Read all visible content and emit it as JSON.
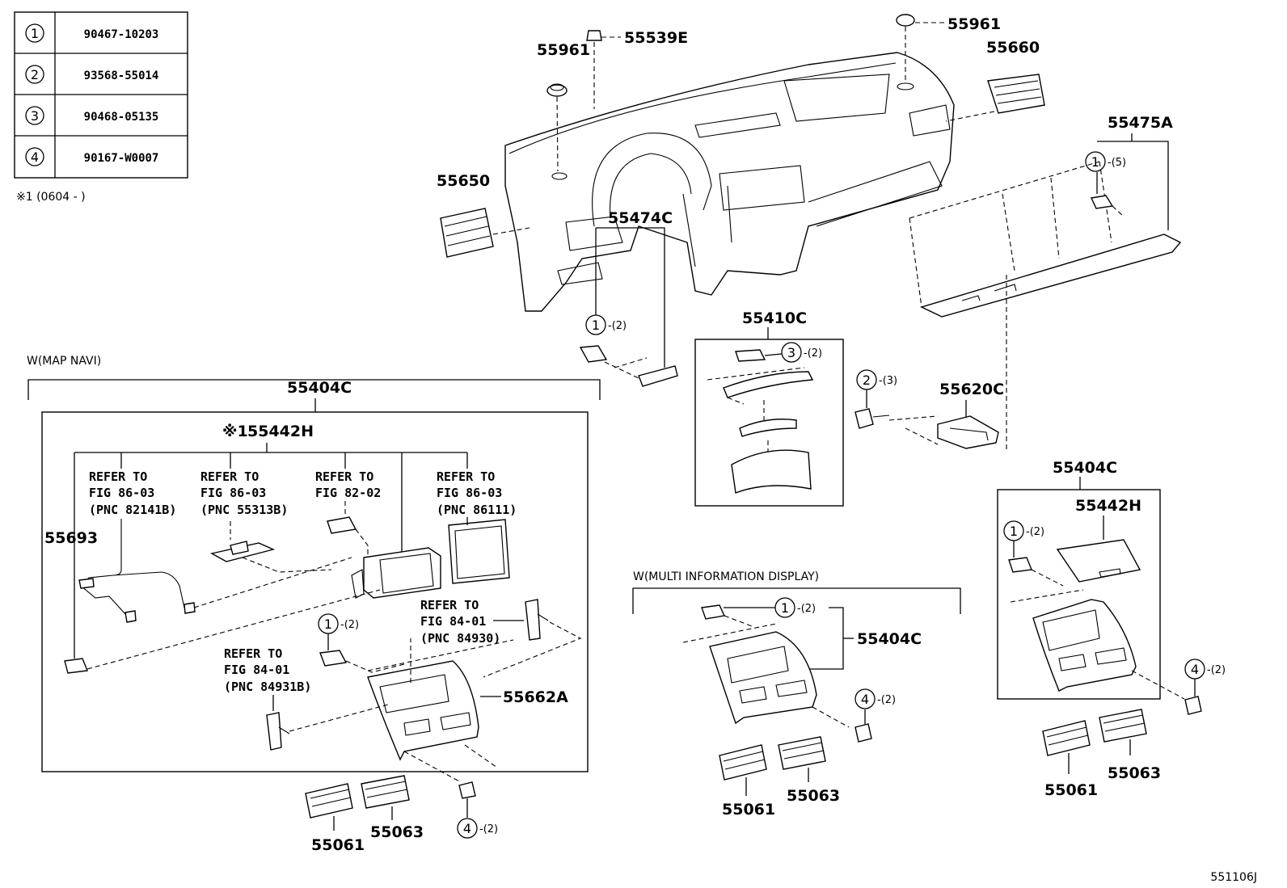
{
  "legend": [
    {
      "num": "1",
      "code": "90467-10203"
    },
    {
      "num": "2",
      "code": "93568-55014"
    },
    {
      "num": "3",
      "code": "90468-05135"
    },
    {
      "num": "4",
      "code": "90167-W0007"
    }
  ],
  "legend_note": "※1 (0604 -        )",
  "parts": {
    "p55961a": "55961",
    "p55539e": "55539E",
    "p55961b": "55961",
    "p55660": "55660",
    "p55650": "55650",
    "p55475a": "55475A",
    "p55474c": "55474C",
    "p55410c": "55410C",
    "p55620c": "55620C",
    "p55404c_main": "55404C",
    "p55442h_main": "55442H",
    "p55693": "55693",
    "p55662a": "55662A",
    "p55061_a": "55061",
    "p55063_a": "55063",
    "p55404c_mid": "55404C",
    "p55061_b": "55061",
    "p55063_b": "55063",
    "p55404c_right": "55404C",
    "p55442h_right": "55442H",
    "p55061_c": "55061",
    "p55063_c": "55063"
  },
  "star_mark": "※1",
  "section_labels": {
    "map_navi": "W(MAP NAVI)",
    "multi_info": "W(MULTI INFORMATION DISPLAY)"
  },
  "refs": {
    "r1": [
      "REFER TO",
      "FIG 86-03",
      "(PNC 82141B)"
    ],
    "r2": [
      "REFER TO",
      "FIG 86-03",
      "(PNC 55313B)"
    ],
    "r3": [
      "REFER TO",
      "FIG 82-02"
    ],
    "r4": [
      "REFER TO",
      "FIG 86-03",
      "(PNC 86111)"
    ],
    "r5": [
      "REFER TO",
      "FIG 84-01",
      "(PNC 84930)"
    ],
    "r6": [
      "REFER TO",
      "FIG 84-01",
      "(PNC 84931B)"
    ]
  },
  "callouts": {
    "c475a": {
      "num": "1",
      "qty": "-(5)"
    },
    "c474c": {
      "num": "1",
      "qty": "-(2)"
    },
    "c410c": {
      "num": "3",
      "qty": "-(2)"
    },
    "c620c": {
      "num": "2",
      "qty": "-(3)"
    },
    "c_main_clip": {
      "num": "1",
      "qty": "-(2)"
    },
    "c_main_screw": {
      "num": "4",
      "qty": "-(2)"
    },
    "c_mid_clip": {
      "num": "1",
      "qty": "-(2)"
    },
    "c_mid_screw": {
      "num": "4",
      "qty": "-(2)"
    },
    "c_right_clip": {
      "num": "1",
      "qty": "-(2)"
    },
    "c_right_screw": {
      "num": "4",
      "qty": "-(2)"
    }
  },
  "figure_id": "551106J"
}
